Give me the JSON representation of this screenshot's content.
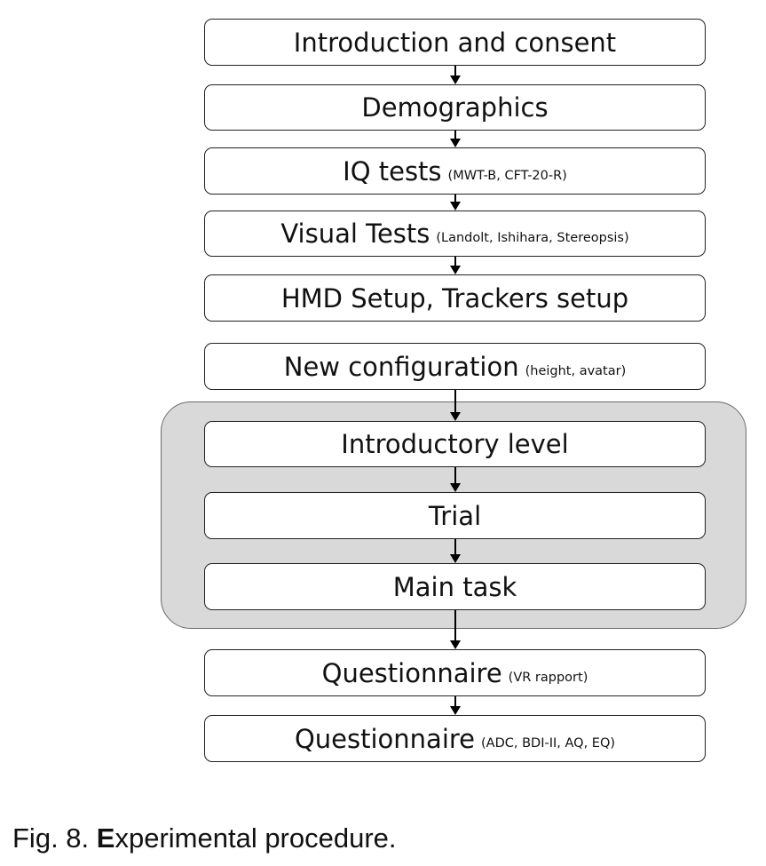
{
  "steps": [
    {
      "main": "Introduction and consent",
      "sub": ""
    },
    {
      "main": "Demographics",
      "sub": ""
    },
    {
      "main": "IQ tests",
      "sub": "(MWT-B, CFT-20-R)"
    },
    {
      "main": "Visual Tests",
      "sub": "(Landolt, Ishihara, Stereopsis)"
    },
    {
      "main": "HMD Setup, Trackers setup",
      "sub": ""
    },
    {
      "main": "New configuration",
      "sub": "(height, avatar)"
    },
    {
      "main": "Introductory level",
      "sub": ""
    },
    {
      "main": "Trial",
      "sub": ""
    },
    {
      "main": "Main task",
      "sub": ""
    },
    {
      "main": "Questionnaire",
      "sub": "(VR rapport)"
    },
    {
      "main": "Questionnaire",
      "sub": "(ADC, BDI-II, AQ, EQ)"
    }
  ],
  "caption": {
    "number": "Fig. 8.",
    "initial": "E",
    "rest": "xperimental procedure."
  },
  "colors": {
    "group_fill": "#d9d9d9",
    "group_border": "#6b6b6b",
    "box_border": "#222222"
  }
}
